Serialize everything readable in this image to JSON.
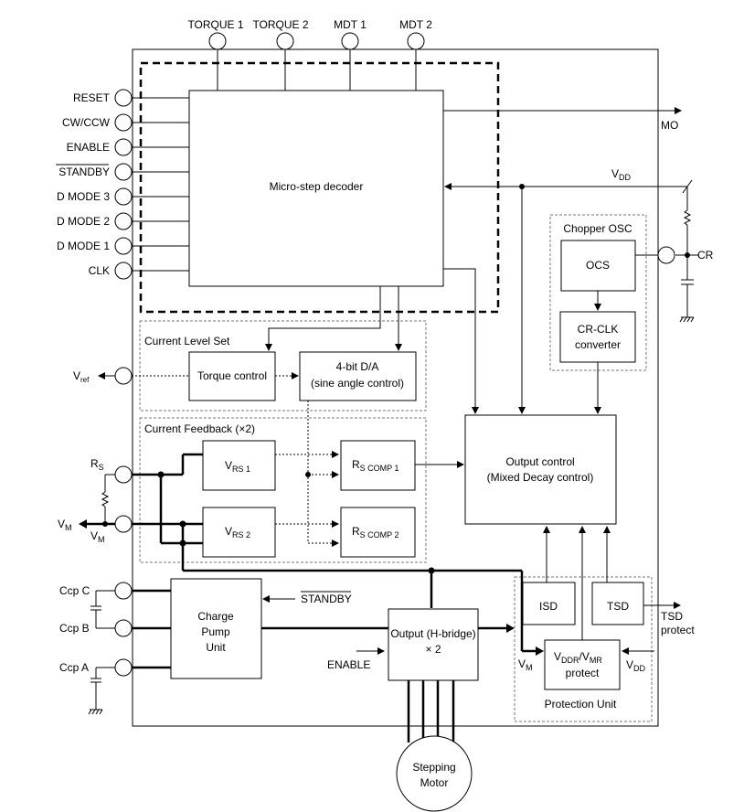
{
  "pins_top": [
    "TORQUE 1",
    "TORQUE 2",
    "MDT 1",
    "MDT 2"
  ],
  "pins_left": [
    "RESET",
    "CW/CCW",
    "ENABLE",
    "STANDBY",
    "D MODE 3",
    "D MODE 2",
    "D MODE 1",
    "CLK"
  ],
  "outputs": {
    "mo": "MO",
    "vdd": "V",
    "vdd_sub": "DD",
    "cr": "CR",
    "tsd_1": "TSD",
    "tsd_2": "protect"
  },
  "blocks": {
    "decoder": "Micro-step decoder",
    "chopper_group": "Chopper OSC",
    "ocs": "OCS",
    "crclk_1": "CR-CLK",
    "crclk_2": "converter",
    "current_level_group": "Current Level Set",
    "torque": "Torque control",
    "da_1": "4-bit D/A",
    "da_2": "(sine angle control)",
    "feedback_group": "Current Feedback (×2)",
    "vrs1_main": "V",
    "vrs1_sub": "RS 1",
    "vrs2_main": "V",
    "vrs2_sub": "RS 2",
    "comp1_main": "R",
    "comp1_sub": "S COMP 1",
    "comp2_main": "R",
    "comp2_sub": "S COMP 2",
    "outctl_1": "Output control",
    "outctl_2": "(Mixed Decay control)",
    "charge_1": "Charge",
    "charge_2": "Pump",
    "charge_3": "Unit",
    "hbridge_1": "Output (H-bridge)",
    "hbridge_2": "× 2",
    "isd": "ISD",
    "tsd": "TSD",
    "vddr_1a": "V",
    "vddr_1b": "DDR",
    "vddr_1c": "/V",
    "vddr_1d": "MR",
    "vddr_2": "protect",
    "protection_group": "Protection Unit",
    "motor_1": "Stepping",
    "motor_2": "Motor"
  },
  "labels": {
    "vref_main": "V",
    "vref_sub": "ref",
    "rs_main": "R",
    "rs_sub": "S",
    "vm_main": "V",
    "vm_sub": "M",
    "ccp_c": "Ccp C",
    "ccp_b": "Ccp B",
    "ccp_a": "Ccp A",
    "standby_in": "STANDBY",
    "enable_in": "ENABLE",
    "vm_prot_main": "V",
    "vm_prot_sub": "M",
    "vdd_prot_main": "V",
    "vdd_prot_sub": "DD"
  }
}
